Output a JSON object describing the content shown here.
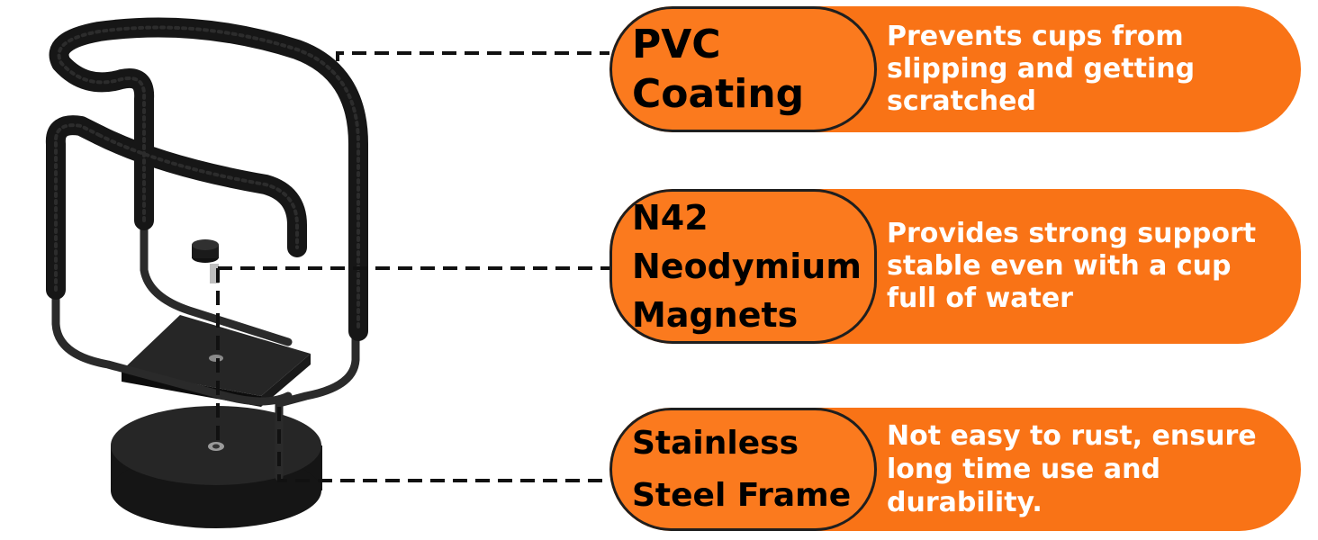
{
  "colors": {
    "accent": "#f97316",
    "outline": "#1f1f1f",
    "title_text": "#000000",
    "desc_text": "#ffffff"
  },
  "callouts": [
    {
      "title_lines": [
        "PVC",
        "Coating"
      ],
      "desc": "Prevents cups from slipping and getting scratched"
    },
    {
      "title_lines": [
        "N42",
        "Neodymium",
        "Magnets"
      ],
      "desc": "Provides strong support stable even with a cup full of water"
    },
    {
      "title_lines": [
        "Stainless",
        "Steel Frame"
      ],
      "desc": "Not easy to rust, ensure long time use and durability."
    }
  ]
}
